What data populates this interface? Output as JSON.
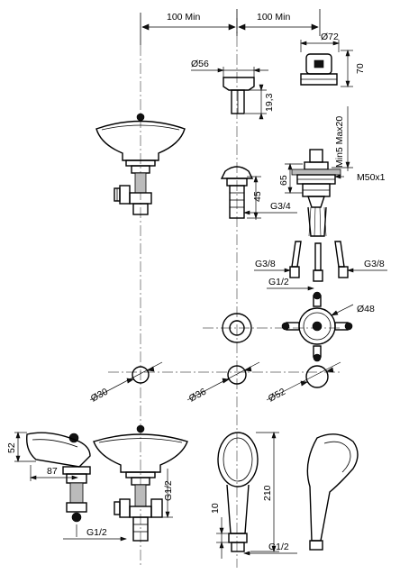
{
  "dimensions": {
    "spacing_left": "100 Min",
    "spacing_right": "100 Min",
    "diam_72": "Ø72",
    "h_70": "70",
    "diam_56": "Ø56",
    "h_19_3": "19,3",
    "min_max": "Min5 Max20",
    "h_65": "65",
    "m50x1": "M50x1",
    "h_45": "45",
    "g3_4": "G3/4",
    "g3_8_left": "G3/8",
    "g3_8_right": "G3/8",
    "g1_2_mid": "G1/2",
    "diam_48": "Ø48",
    "diam_30": "Ø30",
    "diam_36": "Ø36",
    "diam_52": "Ø52",
    "h_52": "52",
    "w_87": "87",
    "g1_2_vertical": "G1/2",
    "g1_2_bottom_left": "G1/2",
    "h_10": "10",
    "h_210": "210",
    "g1_2_bottom_right": "G1/2"
  }
}
